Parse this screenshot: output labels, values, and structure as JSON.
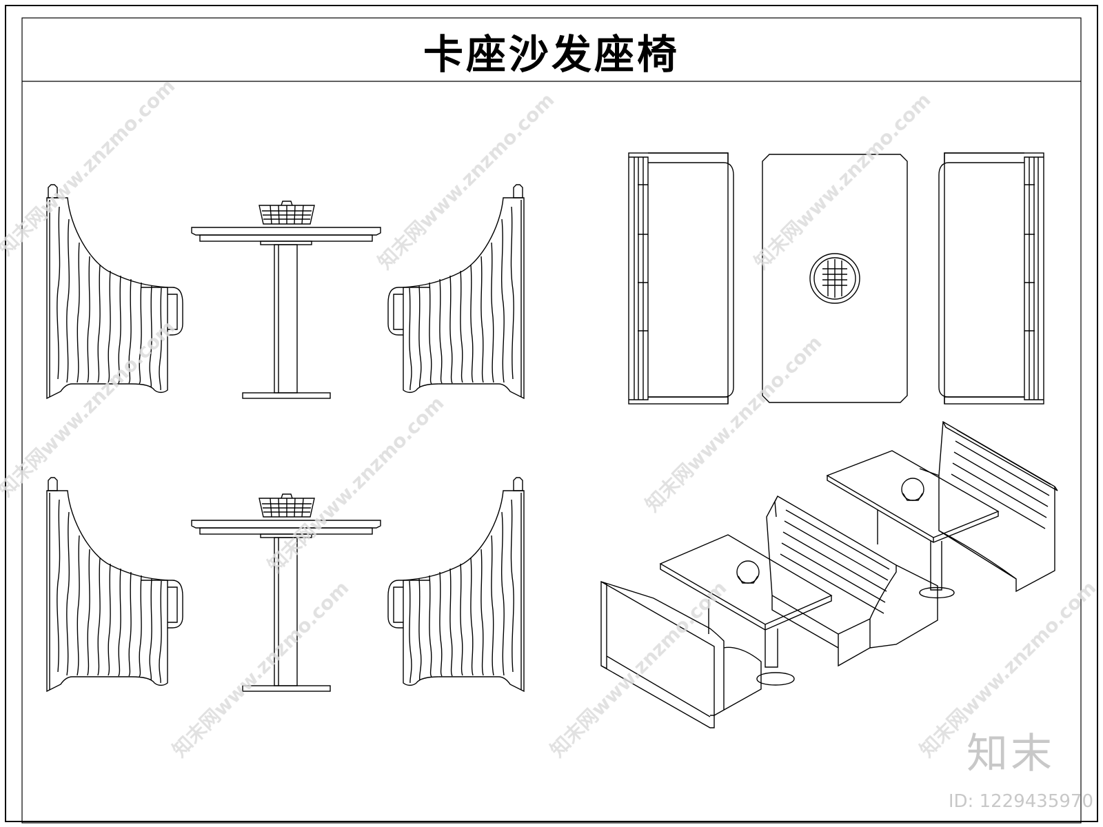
{
  "drawing": {
    "title": "卡座沙发座椅"
  },
  "watermark": {
    "repeating_text": "知末网www.znzmo.com",
    "brand": "知末",
    "id_label": "ID: 1229435970"
  },
  "colors": {
    "line": "#000000",
    "watermark": "#d9d9d9",
    "background": "#ffffff"
  }
}
